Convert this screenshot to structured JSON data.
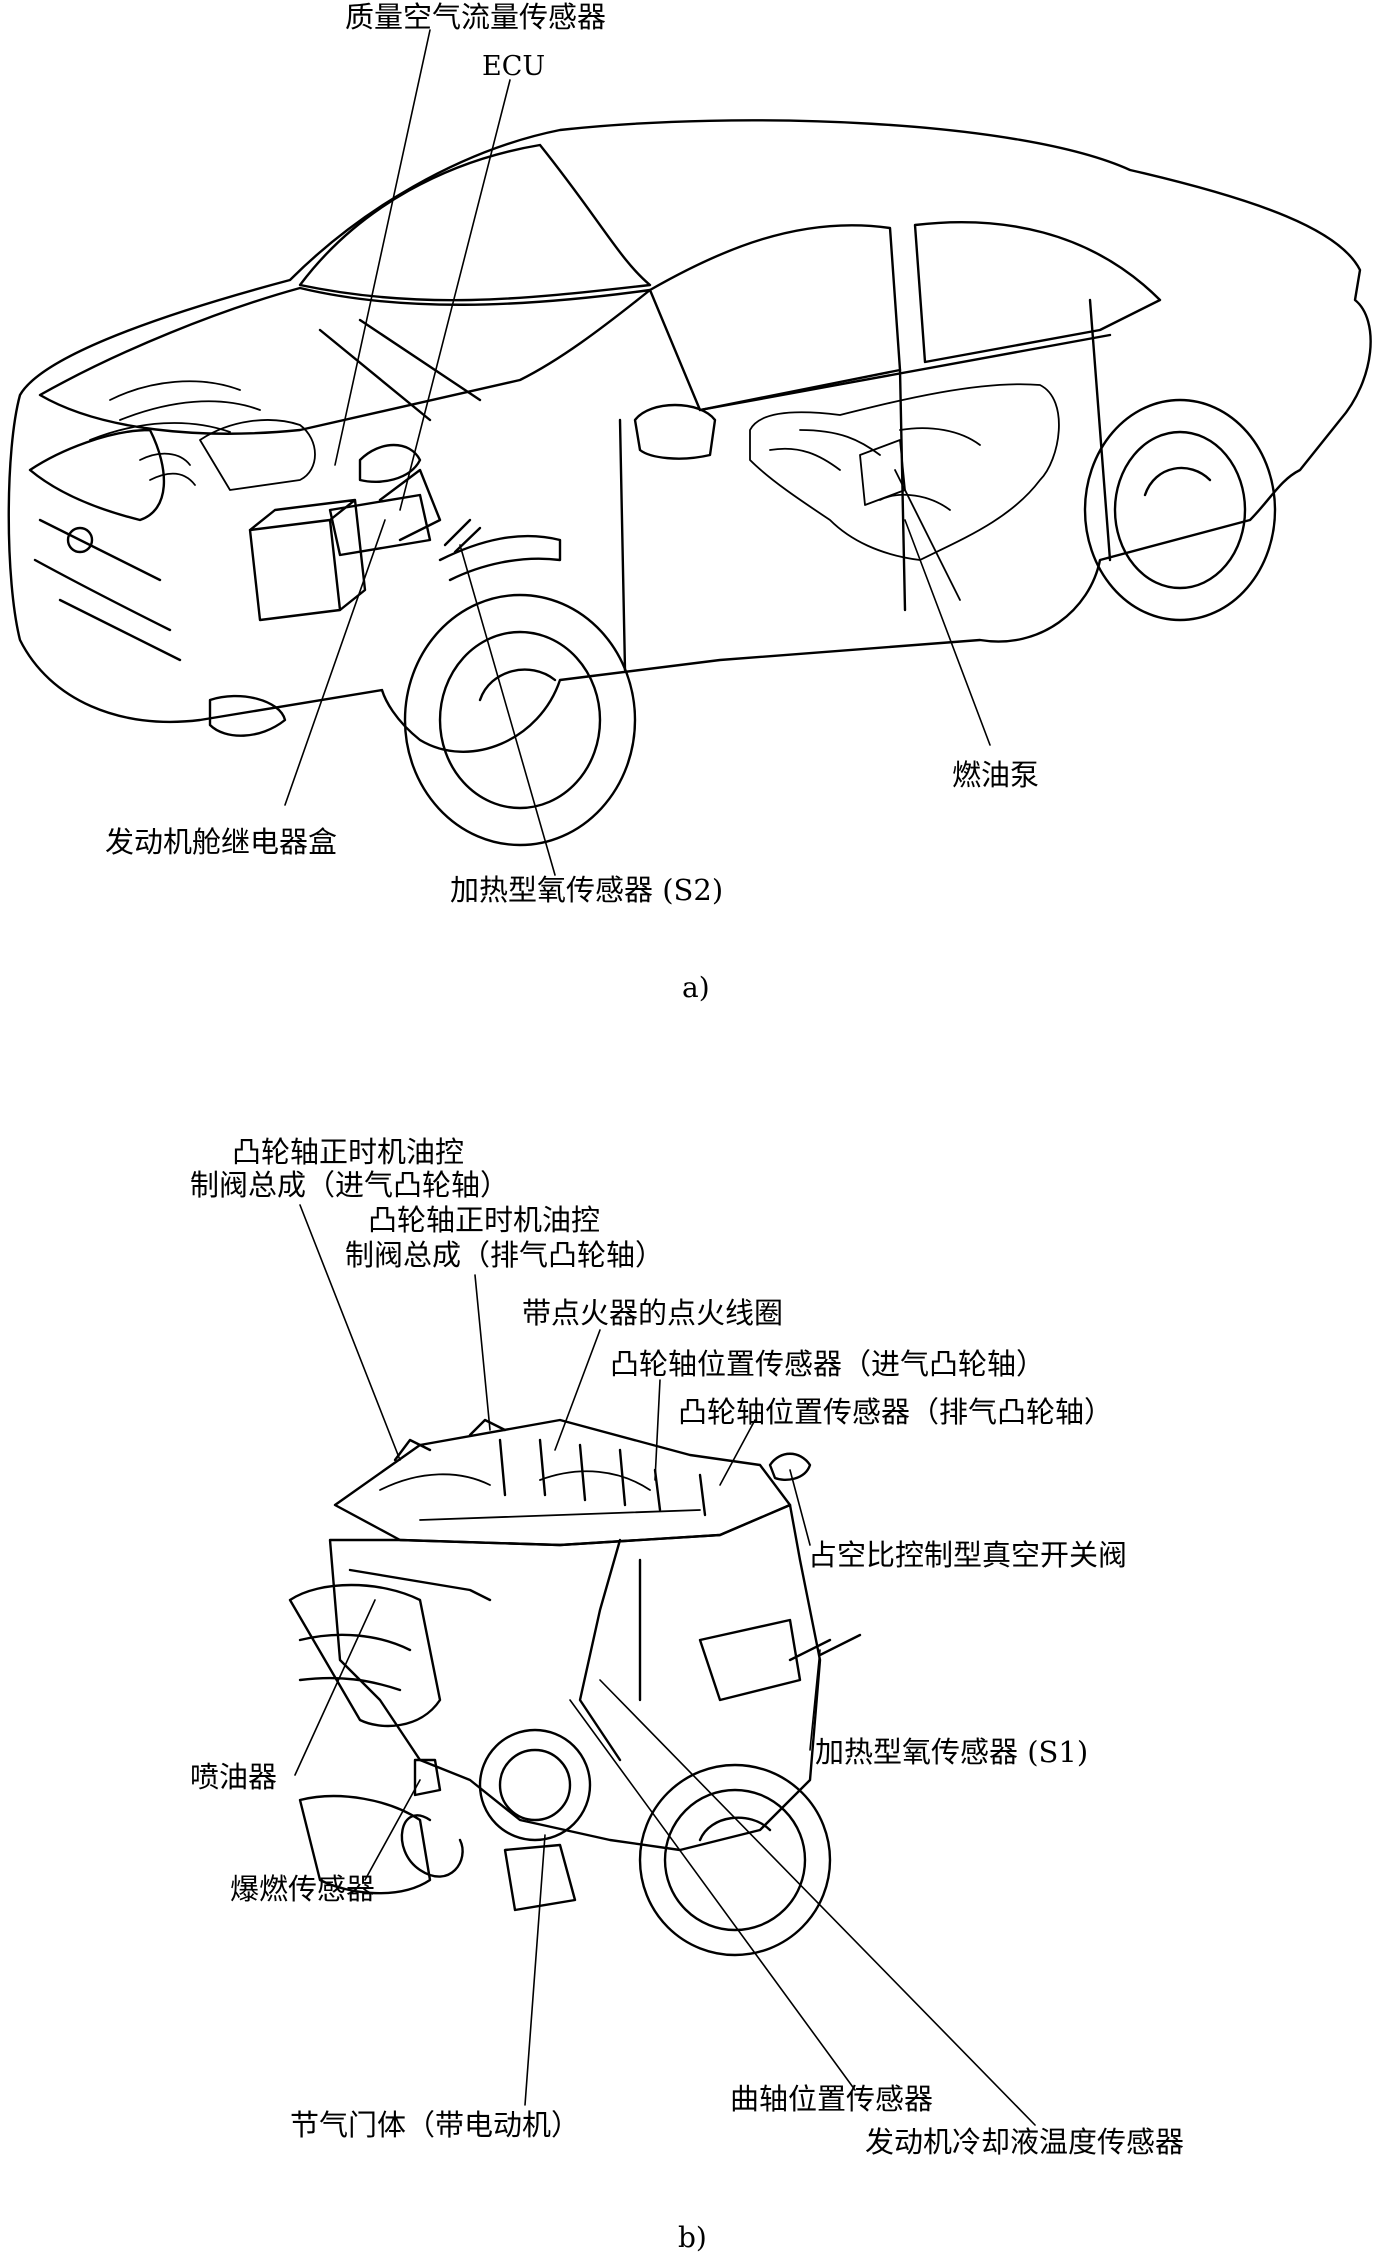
{
  "part_a": {
    "caption": "a)",
    "labels": {
      "maf": "质量空气流量传感器",
      "ecu": "ECU",
      "relay_box": "发动机舱继电器盒",
      "oxygen_s2": "加热型氧传感器 (S2)",
      "fuel_pump": "燃油泵"
    }
  },
  "part_b": {
    "caption": "b)",
    "labels": {
      "cam_ocv_intake_1": "凸轮轴正时机油控",
      "cam_ocv_intake_2": "制阀总成（进气凸轮轴）",
      "cam_ocv_exhaust_1": "凸轮轴正时机油控",
      "cam_ocv_exhaust_2": "制阀总成（排气凸轮轴）",
      "ignition_coil": "带点火器的点火线圈",
      "cam_pos_intake": "凸轮轴位置传感器（进气凸轮轴）",
      "cam_pos_exhaust": "凸轮轴位置传感器（排气凸轮轴）",
      "vsv": "占空比控制型真空开关阀",
      "injector": "喷油器",
      "oxygen_s1": "加热型氧传感器 (S1)",
      "knock": "爆燃传感器",
      "throttle": "节气门体（带电动机）",
      "crank": "曲轴位置传感器",
      "coolant": "发动机冷却液温度传感器"
    }
  }
}
